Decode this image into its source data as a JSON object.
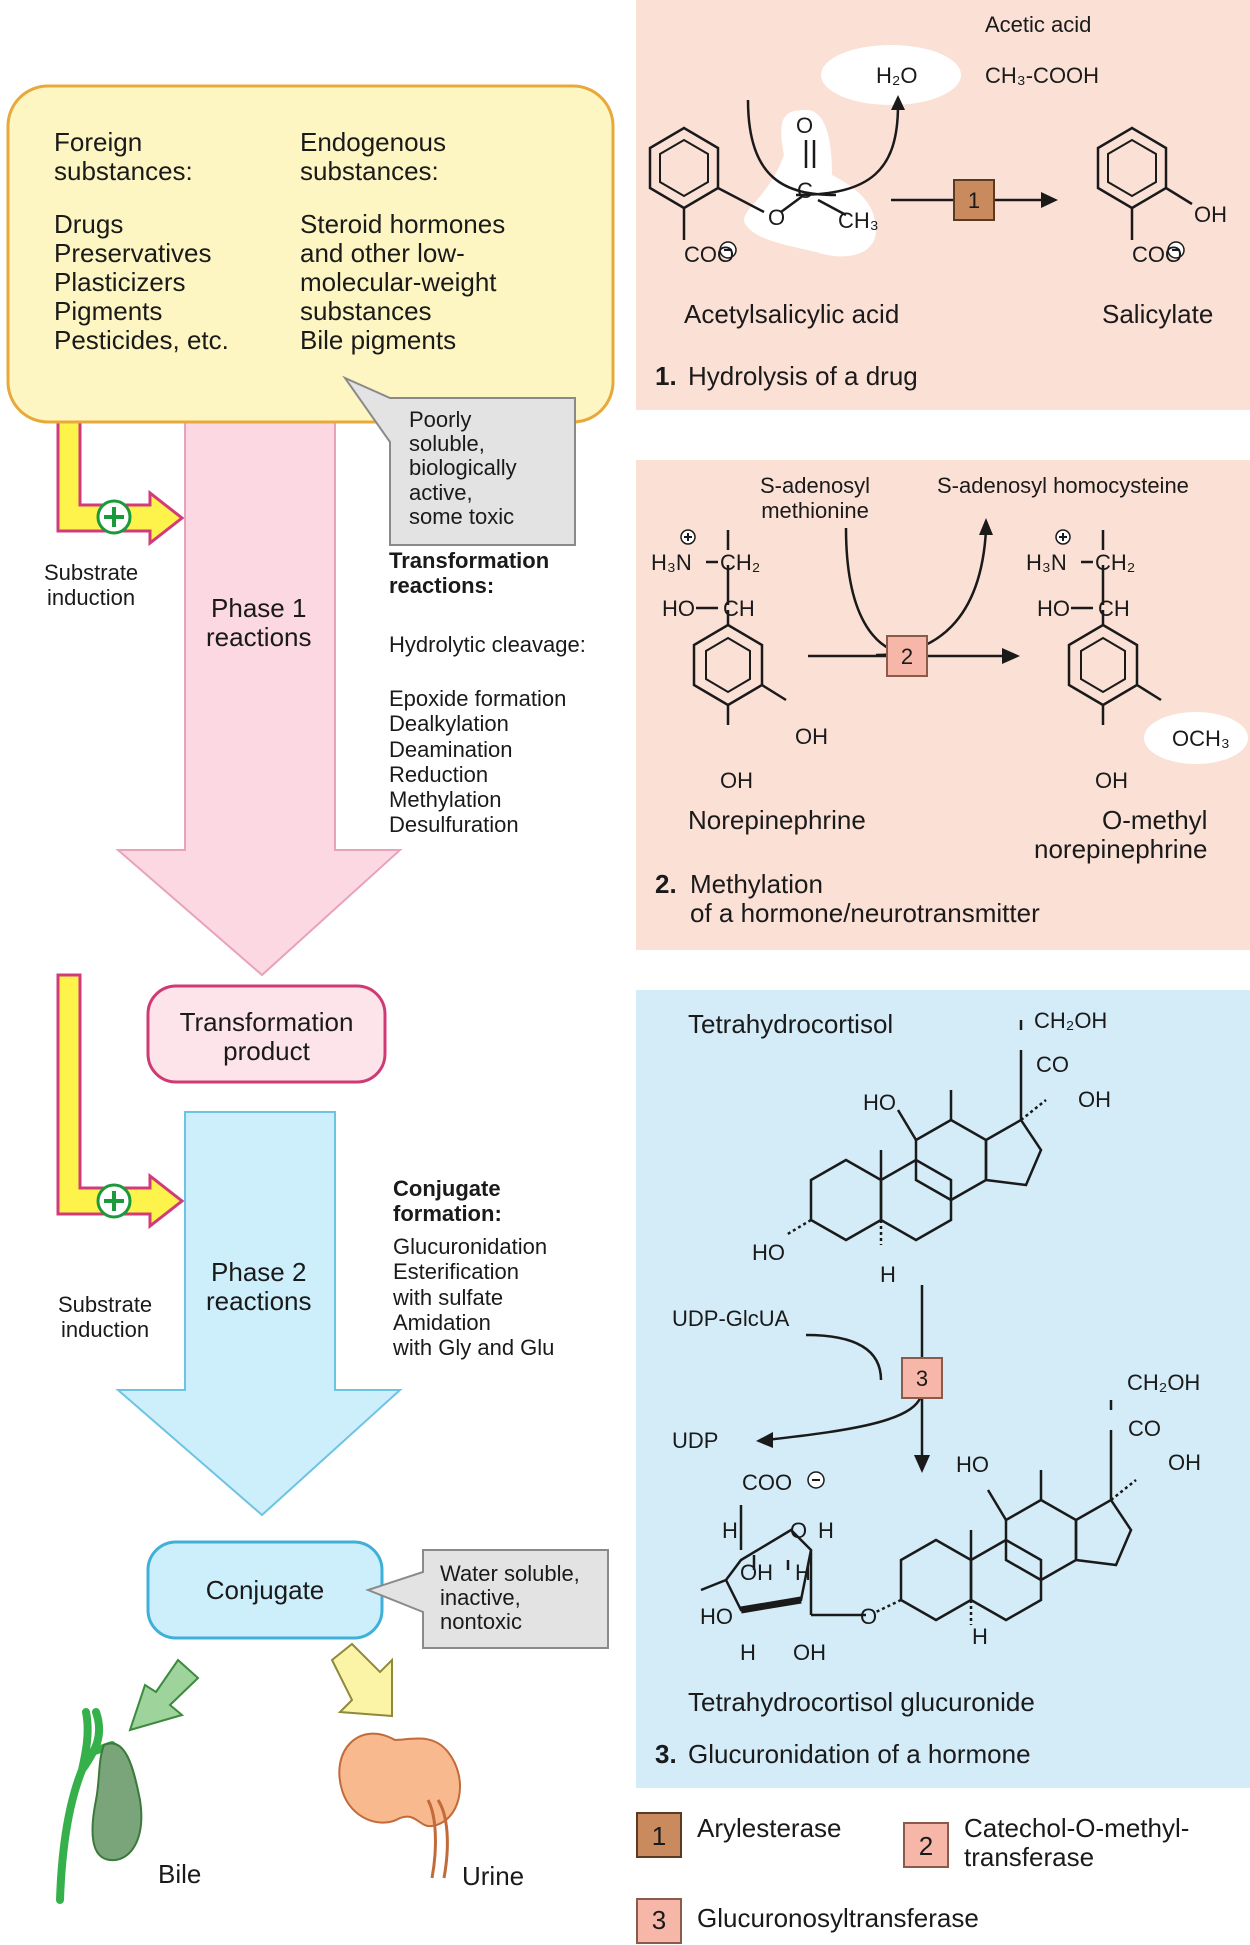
{
  "left": {
    "foreign_header": "Foreign\nsubstances:",
    "foreign_list": [
      "Drugs",
      "Preservatives",
      "Plasticizers",
      "Pigments",
      "Pesticides, etc."
    ],
    "endogenous_header": "Endogenous\nsubstances:",
    "endogenous_list": [
      "Steroid hormones",
      "and other low-",
      "molecular-weight",
      "substances",
      "Bile pigments"
    ],
    "callout_top": "Poorly\nsoluble,\nbiologically\nactive,\nsome toxic",
    "substrate_induction_1": "Substrate\ninduction",
    "phase1": "Phase 1\nreactions",
    "transformation_title": "Transformation\nreactions:",
    "transformation_items": [
      "Hydrolytic cleavage:",
      "",
      "Epoxide formation",
      "Dealkylation",
      "Deamination",
      "Reduction",
      "Methylation",
      "Desulfuration"
    ],
    "transformation_product": "Transformation\nproduct",
    "substrate_induction_2": "Substrate\ninduction",
    "phase2": "Phase 2\nreactions",
    "conjugate_title": "Conjugate\nformation:",
    "conjugate_items": [
      "Glucuronidation",
      "Esterification",
      "with sulfate",
      "Amidation",
      "with Gly and Glu"
    ],
    "conjugate": "Conjugate",
    "callout_bottom": "Water soluble,\ninactive,\nnontoxic",
    "bile": "Bile",
    "urine": "Urine"
  },
  "panel1": {
    "acetic_acid": "Acetic acid",
    "h2o": "H₂O",
    "ch3cooh": "CH₃-COOH",
    "reactant": "Acetylsalicylic acid",
    "product": "Salicylate",
    "enzyme_no": "1",
    "oh": "OH",
    "coo": "COO",
    "o": "O",
    "c": "C",
    "ch3": "CH₃",
    "title_no": "1.",
    "title": "Hydrolysis of a drug"
  },
  "panel2": {
    "sam": "S-adenosyl\nmethionine",
    "sah": "S-adenosyl homocysteine",
    "reactant": "Norepinephrine",
    "product": "O-methyl\nnorepinephrine",
    "enzyme_no": "2",
    "h3n": "H₃N",
    "ch2": "CH₂",
    "ho": "HO",
    "ch": "CH",
    "oh": "OH",
    "och3": "OCH₃",
    "title_no": "2.",
    "title": "Methylation\nof a hormone/neurotransmitter"
  },
  "panel3": {
    "reactant": "Tetrahydrocortisol",
    "ch2oh": "CH₂OH",
    "co": "CO",
    "oh": "OH",
    "ho": "HO",
    "h": "H",
    "udp_glcua": "UDP-GlcUA",
    "udp": "UDP",
    "enzyme_no": "3",
    "coo": "COO",
    "o": "O",
    "product": "Tetrahydrocortisol glucuronide",
    "title_no": "3.",
    "title": "Glucuronidation of a hormone"
  },
  "legend": [
    {
      "no": "1",
      "name": "Arylesterase",
      "color": "#c98a5e"
    },
    {
      "no": "2",
      "name": "Catechol-O-methyl-\ntransferase",
      "color": "#f6b7a8"
    },
    {
      "no": "3",
      "name": "Glucuronosyltransferase",
      "color": "#f6b7a8"
    }
  ],
  "colors": {
    "pink_panel": "#fbe0d6",
    "blue_panel": "#d3ecf8",
    "yellow_box": "#fdf6c3",
    "box_border": "#e8a93a",
    "phase1_arrow": "#fbd8e2",
    "phase2_arrow": "#cdeefb",
    "induction": "#1a9a3a"
  }
}
